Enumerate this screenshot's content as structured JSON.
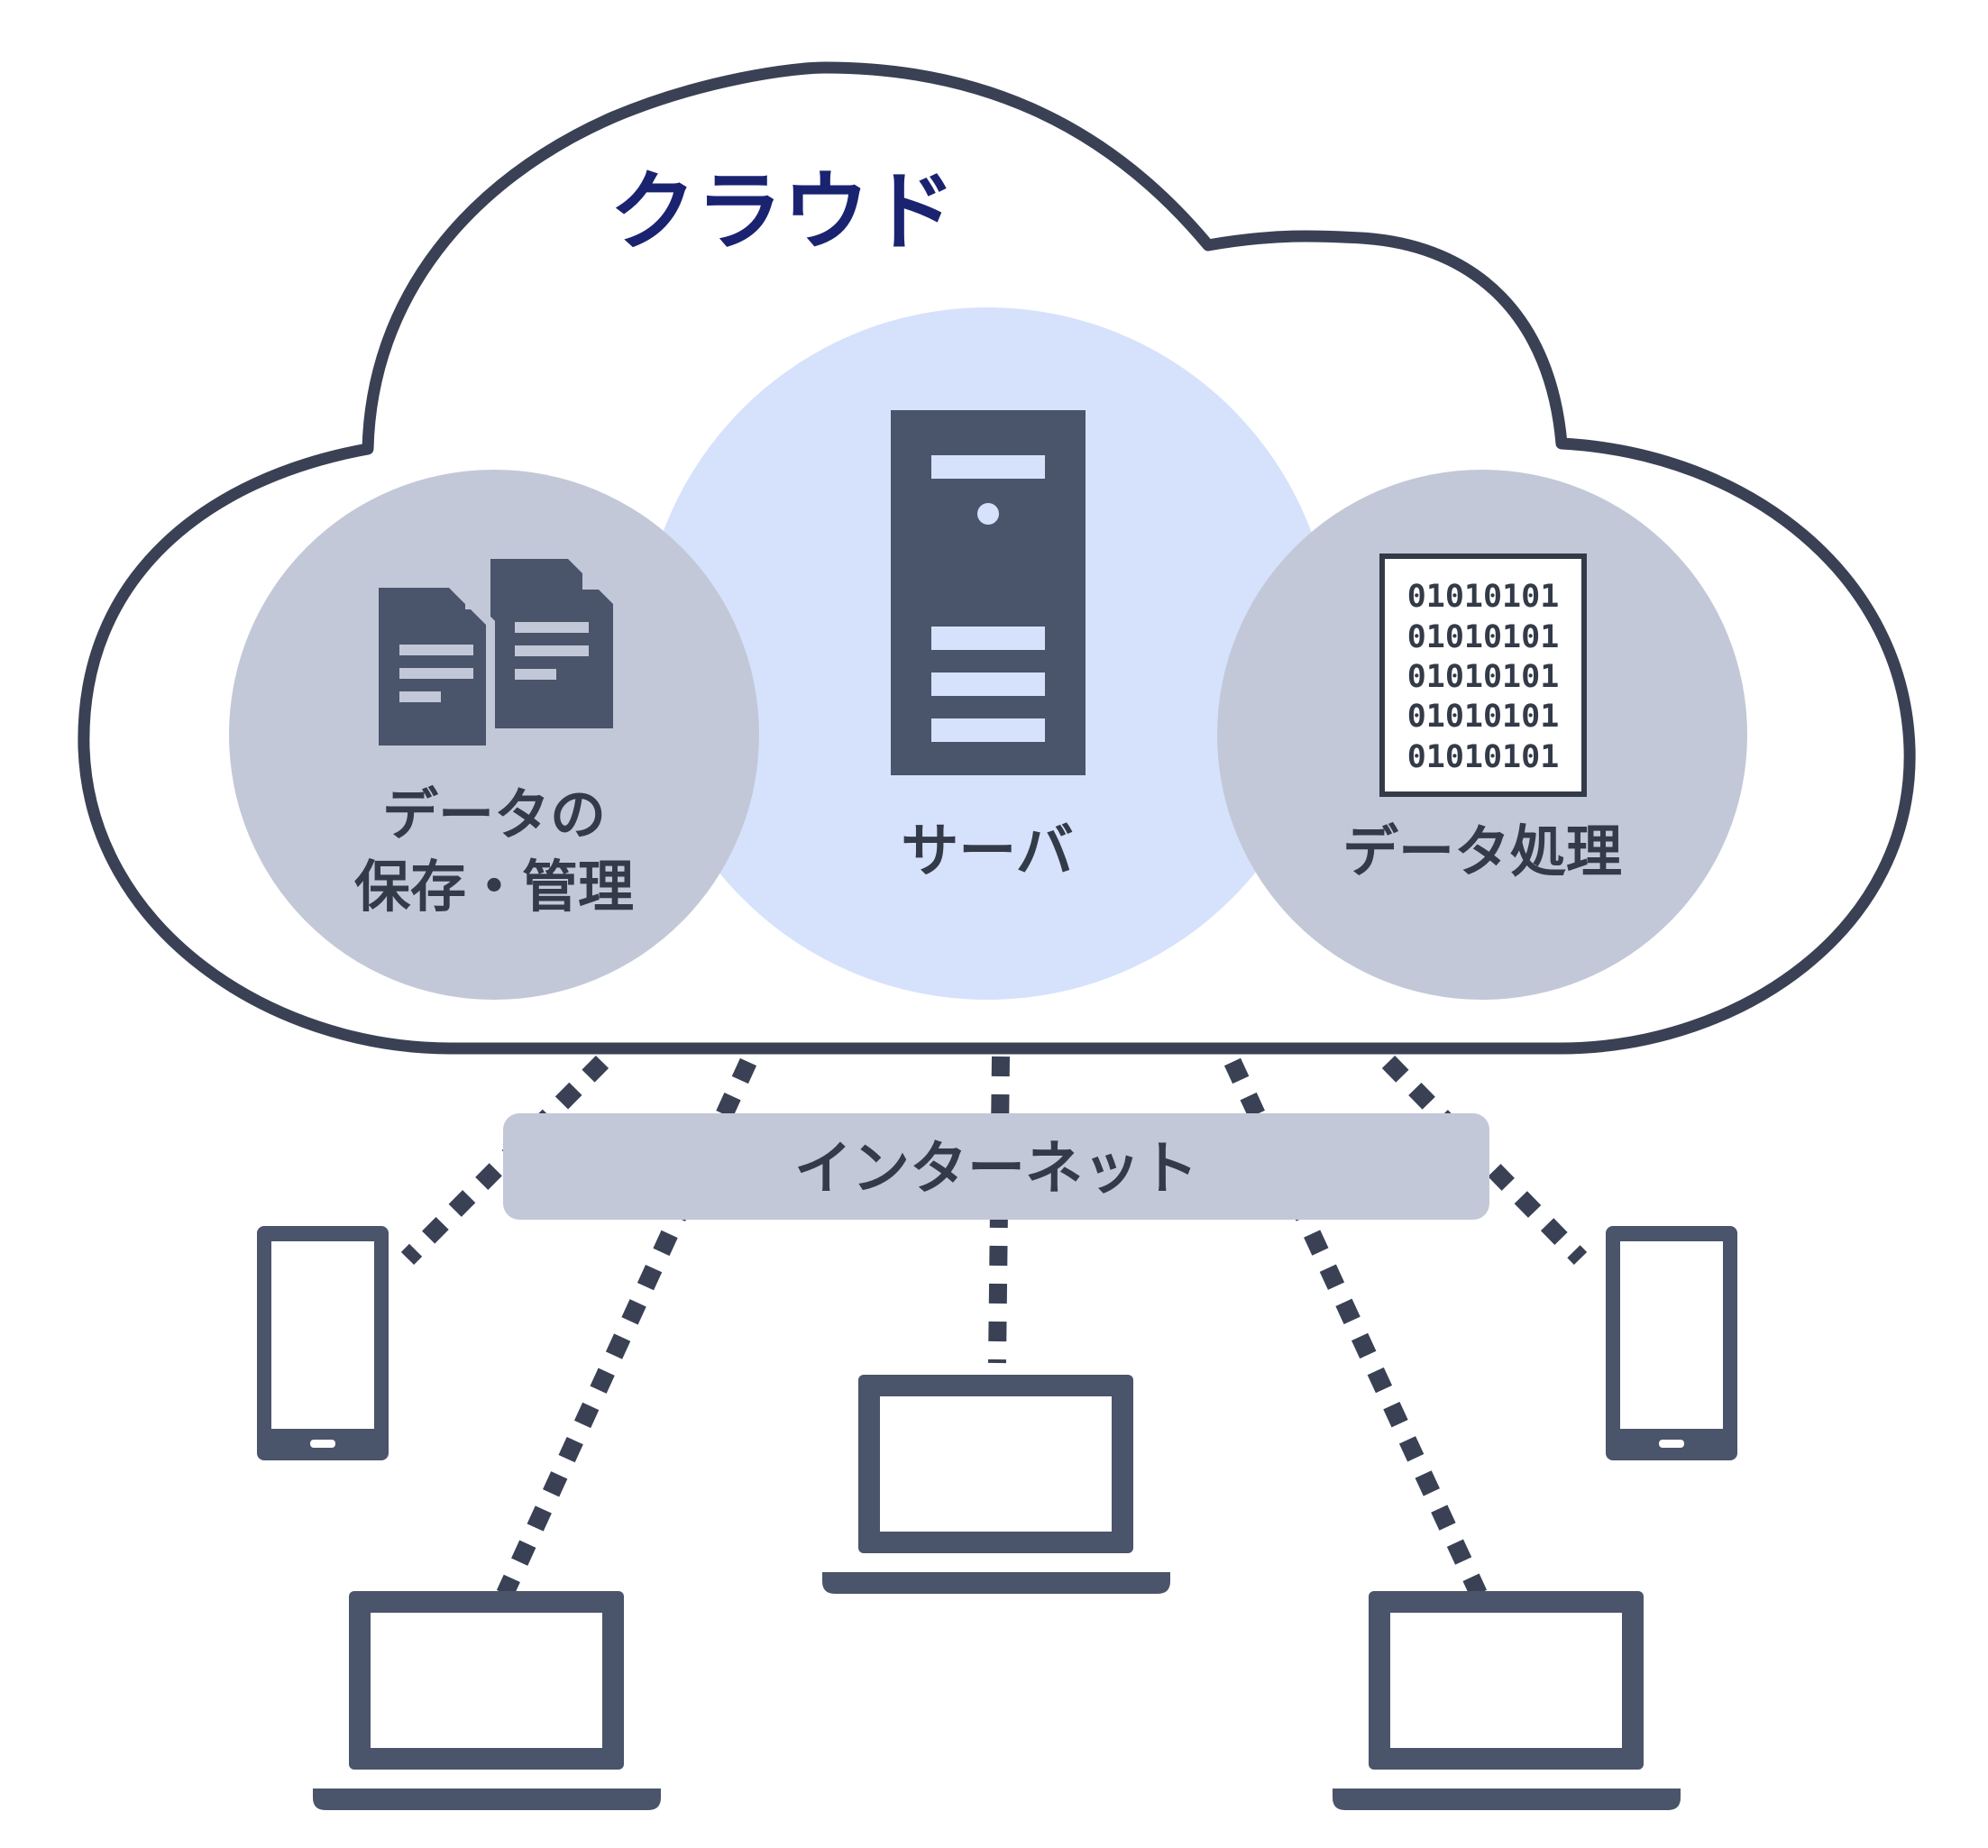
{
  "colors": {
    "stroke": "#3a4155",
    "icon": "#4a546a",
    "title": "#1a2370",
    "text": "#333a48",
    "server_circle": "#d6e2fc",
    "side_circle": "#c2c8d8",
    "internet_bar": "#c2c8d8",
    "paper": "#ffffff"
  },
  "cloud": {
    "title": "クラウド"
  },
  "server": {
    "label": "サーバ"
  },
  "storage": {
    "label_line1": "データの",
    "label_line2": "保存・管理"
  },
  "processing": {
    "label": "データ処理",
    "binary_lines": [
      "01010101",
      "01010101",
      "01010101",
      "01010101",
      "01010101"
    ]
  },
  "internet": {
    "label": "インターネット"
  }
}
